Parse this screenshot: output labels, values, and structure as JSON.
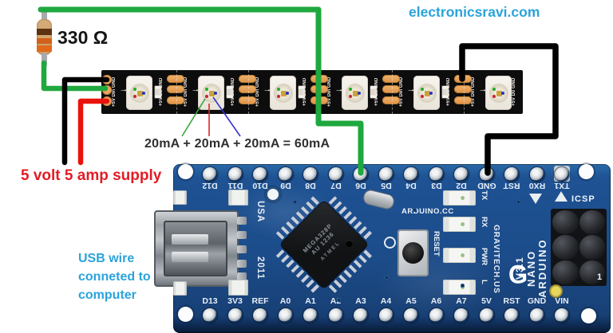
{
  "texts": {
    "watermark": "electronicsravi.com",
    "resistor_value": "330 Ω",
    "supply": "5 volt 5 amp supply",
    "current_sum": "20mA + 20mA + 20mA = 60mA",
    "usb_note_lines": [
      "USB wire",
      "conneted to",
      "computer"
    ]
  },
  "strip": {
    "segment_count": 6,
    "joint_count": 5,
    "pad_in_label": "+5V Din GND",
    "pad_out_label": "+5V D0 GND",
    "arrow": "→"
  },
  "board": {
    "top_pins": [
      "D12",
      "D11",
      "D10",
      "D9",
      "D8",
      "D7",
      "D6",
      "D5",
      "D4",
      "D3",
      "D2",
      "GND",
      "RST",
      "RX0",
      "TX1"
    ],
    "bottom_pins": [
      "D13",
      "3V3",
      "REF",
      "A0",
      "A1",
      "A2",
      "A3",
      "A4",
      "A5",
      "A6",
      "A7",
      "5V",
      "RST",
      "GND",
      "VIN"
    ],
    "status_leds": [
      "TX",
      "RX",
      "PWR",
      "L"
    ],
    "silkscreen": {
      "brand_url": "ARDUINO.CC",
      "reset": "RESET",
      "usa": "USA",
      "year": "2011",
      "maker": "GRAVITECH.US",
      "product_line1": "ARDUINO",
      "product_line2": "NANO",
      "product_line3": "V3.1",
      "logo_letter": "G",
      "icsp": "ICSP",
      "pin1": "1",
      "chip_line1": "MEGA328P",
      "chip_line2": "AU 1236",
      "chip_brand": "ATMEL"
    }
  },
  "colors": {
    "wire_green": "#1fa83e",
    "wire_red": "#e8130c",
    "wire_black": "#000000",
    "accent_cyan": "#2aa3dc",
    "label_red": "#e11d25",
    "board_blue": "#1d4f8f",
    "pad_copper": "#eda55f",
    "strip_black": "#0d0d0e"
  }
}
